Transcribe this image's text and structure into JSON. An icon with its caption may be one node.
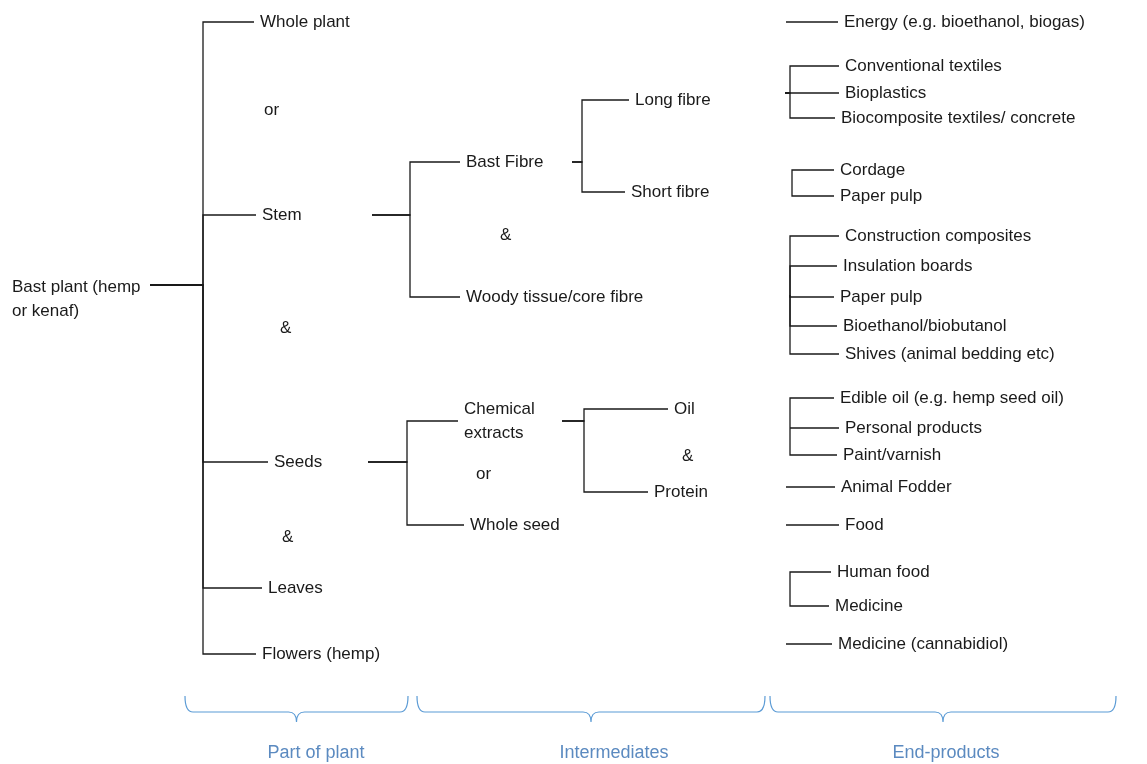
{
  "diagram": {
    "nodes": [
      {
        "text": [
          "Bast plant (hemp or kenaf)"
        ]
      },
      {
        "text": [
          "Whole plant"
        ]
      },
      {
        "text": [
          "Stem"
        ]
      },
      {
        "text": [
          "Seeds"
        ]
      },
      {
        "text": [
          "Leaves"
        ]
      },
      {
        "text": [
          "Flowers (hemp)"
        ]
      },
      {
        "text": [
          "Bast Fibre"
        ]
      },
      {
        "text": [
          "Woody tissue/core fibre"
        ]
      },
      {
        "text": [
          "Long fibre"
        ]
      },
      {
        "text": [
          "Short fibre"
        ]
      },
      {
        "text": [
          "Chemical extracts"
        ]
      },
      {
        "text": [
          "Whole seed"
        ]
      },
      {
        "text": [
          "Oil"
        ]
      },
      {
        "text": [
          "Protein"
        ]
      },
      {
        "text": [
          "Energy (e.g. bioethanol, biogas)"
        ]
      },
      {
        "text": [
          "Conventional textiles"
        ]
      },
      {
        "text": [
          "Bioplastics"
        ]
      },
      {
        "text": [
          "Biocomposite textiles/ concrete"
        ]
      },
      {
        "text": [
          "Cordage"
        ]
      },
      {
        "text": [
          "Paper pulp"
        ]
      },
      {
        "text": [
          "Construction composites"
        ]
      },
      {
        "text": [
          "Insulation boards"
        ]
      },
      {
        "text": [
          "Paper pulp"
        ]
      },
      {
        "text": [
          "Bioethanol/biobutanol"
        ]
      },
      {
        "text": [
          "Shives (animal bedding etc)"
        ]
      },
      {
        "text": [
          "Edible oil (e.g. hemp seed oil)"
        ]
      },
      {
        "text": [
          "Personal products"
        ]
      },
      {
        "text": [
          "Paint/varnish"
        ]
      },
      {
        "text": [
          "Animal Fodder"
        ]
      },
      {
        "text": [
          "Food"
        ]
      },
      {
        "text": [
          "Human food"
        ]
      },
      {
        "text": [
          "Medicine"
        ]
      },
      {
        "text": [
          "Medicine (cannabidiol)"
        ]
      }
    ],
    "edges": [
      {
        "from": 0,
        "to": 1,
        "arrow": "none"
      },
      {
        "from": 0,
        "to": 2,
        "arrow": "none"
      },
      {
        "from": 0,
        "to": 3,
        "arrow": "none"
      },
      {
        "from": 0,
        "to": 4,
        "arrow": "none"
      },
      {
        "from": 0,
        "to": 5,
        "arrow": "none"
      },
      {
        "from": 2,
        "to": 6,
        "arrow": "none"
      },
      {
        "from": 2,
        "to": 7,
        "arrow": "none"
      },
      {
        "from": 6,
        "to": 8,
        "arrow": "none"
      },
      {
        "from": 6,
        "to": 9,
        "arrow": "none"
      },
      {
        "from": 3,
        "to": 10,
        "arrow": "none"
      },
      {
        "from": 3,
        "to": 11,
        "arrow": "none"
      },
      {
        "from": 10,
        "to": 12,
        "arrow": "none"
      },
      {
        "from": 10,
        "to": 13,
        "arrow": "none"
      },
      {
        "from": null,
        "to": 14,
        "arrow": "none"
      },
      {
        "from": null,
        "to": 15,
        "arrow": "none"
      },
      {
        "from": null,
        "to": 16,
        "arrow": "none"
      },
      {
        "from": null,
        "to": 17,
        "arrow": "none"
      },
      {
        "from": null,
        "to": 18,
        "arrow": "none"
      },
      {
        "from": null,
        "to": 19,
        "arrow": "none"
      },
      {
        "from": null,
        "to": 20,
        "arrow": "none"
      },
      {
        "from": null,
        "to": 21,
        "arrow": "none"
      },
      {
        "from": null,
        "to": 22,
        "arrow": "none"
      },
      {
        "from": null,
        "to": 23,
        "arrow": "none"
      },
      {
        "from": null,
        "to": 24,
        "arrow": "none"
      },
      {
        "from": null,
        "to": 25,
        "arrow": "none"
      },
      {
        "from": null,
        "to": 26,
        "arrow": "none"
      },
      {
        "from": null,
        "to": 27,
        "arrow": "none"
      },
      {
        "from": null,
        "to": 28,
        "arrow": "none"
      },
      {
        "from": null,
        "to": 29,
        "arrow": "none"
      },
      {
        "from": null,
        "to": 30,
        "arrow": "none"
      },
      {
        "from": null,
        "to": 31,
        "arrow": "none"
      },
      {
        "from": null,
        "to": 32,
        "arrow": "none"
      }
    ],
    "labels": [
      "or",
      "&",
      "&",
      "&",
      "or",
      "&",
      "Part of plant",
      "Intermediates",
      "End-products"
    ]
  }
}
